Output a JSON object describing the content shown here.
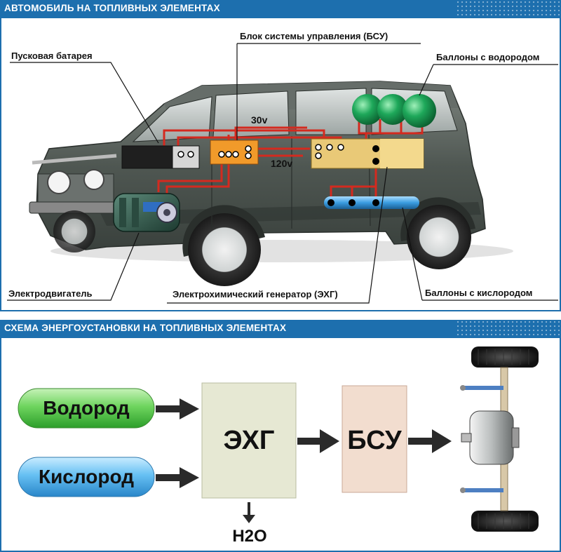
{
  "top": {
    "title": "АВТОМОБИЛЬ НА ТОПЛИВНЫХ ЭЛЕМЕНТАХ",
    "labels": {
      "battery": "Пусковая батарея",
      "control_unit": "Блок системы управления (БСУ)",
      "hydrogen_tanks": "Баллоны с водородом",
      "motor": "Электродвигатель",
      "generator": "Электрохимический генератор (ЭХГ)",
      "oxygen_tanks": "Баллоны с кислородом"
    },
    "voltages": {
      "low": "30v",
      "high": "120v"
    }
  },
  "bottom": {
    "title": "СХЕМА ЭНЕРГОУСТАНОВКИ НА ТОПЛИВНЫХ ЭЛЕМЕНТАХ",
    "inputs": {
      "hydrogen": "Водород",
      "oxygen": "Кислород"
    },
    "generator": "ЭХГ",
    "control_unit": "БСУ",
    "water": "H2O"
  },
  "colors": {
    "accent": "#1d6fae",
    "wire": "#d42a1f",
    "hydrogen_tank": "#1ea85a",
    "oxygen_tank": "#3a9ce0",
    "generator_box": "#e9d9a2",
    "control_box": "#f2ddcf",
    "schema_generator": "#e6e8d3"
  }
}
